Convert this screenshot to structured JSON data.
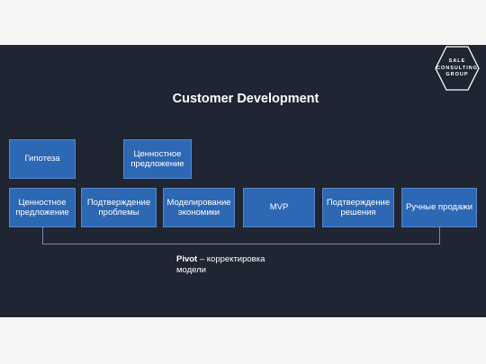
{
  "title": "Customer Development",
  "logo": {
    "line1": "SALE",
    "line2": "CONSULTING",
    "line3": "GROUP",
    "shape": "hexagon-outline"
  },
  "top_boxes": [
    {
      "label": "Гипотеза"
    },
    {
      "label": "Ценностное предложение"
    }
  ],
  "steps": [
    {
      "label": "Ценностное предложение"
    },
    {
      "label": "Подтверждение проблемы"
    },
    {
      "label": "Моделирование экономики"
    },
    {
      "label": "MVP"
    },
    {
      "label": "Подтверждение решения"
    },
    {
      "label": "Ручные продажи"
    }
  ],
  "pivot": {
    "term": "Pivot",
    "text": " – корректировка модели"
  },
  "colors": {
    "background": "#1f2532",
    "box_fill": "#2d68b5",
    "box_border": "#5a86c6",
    "connector": "#6b8fc4",
    "text": "#ffffff"
  }
}
